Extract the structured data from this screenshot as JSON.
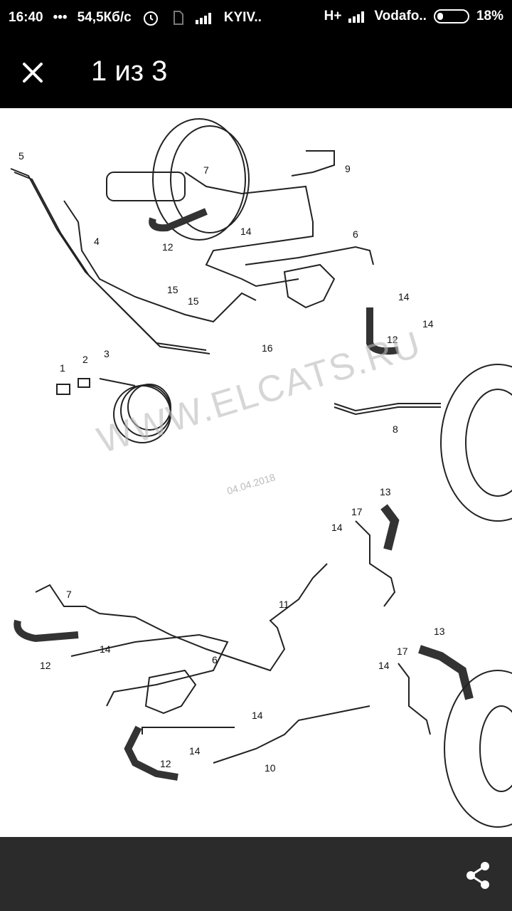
{
  "status_bar": {
    "time": "16:40",
    "dots": "•••",
    "speed": "54,5Кб/с",
    "carrier1": "KYIV..",
    "network_type": "H+",
    "carrier2": "Vodafo..",
    "battery": "18%"
  },
  "app_bar": {
    "title": "1 из 3",
    "close_icon": "close-icon"
  },
  "image": {
    "watermark": "WWW.ELCATS.RU",
    "watermark_date": "04.04.2018",
    "labels": [
      "5",
      "4",
      "12",
      "7",
      "14",
      "9",
      "6",
      "15",
      "15",
      "14",
      "12",
      "14",
      "1",
      "2",
      "3",
      "16",
      "8",
      "13",
      "17",
      "14",
      "11",
      "7",
      "12",
      "14",
      "6",
      "14",
      "12",
      "14",
      "10",
      "13",
      "17",
      "14"
    ]
  },
  "bottom_bar": {
    "share_icon": "share-icon"
  }
}
